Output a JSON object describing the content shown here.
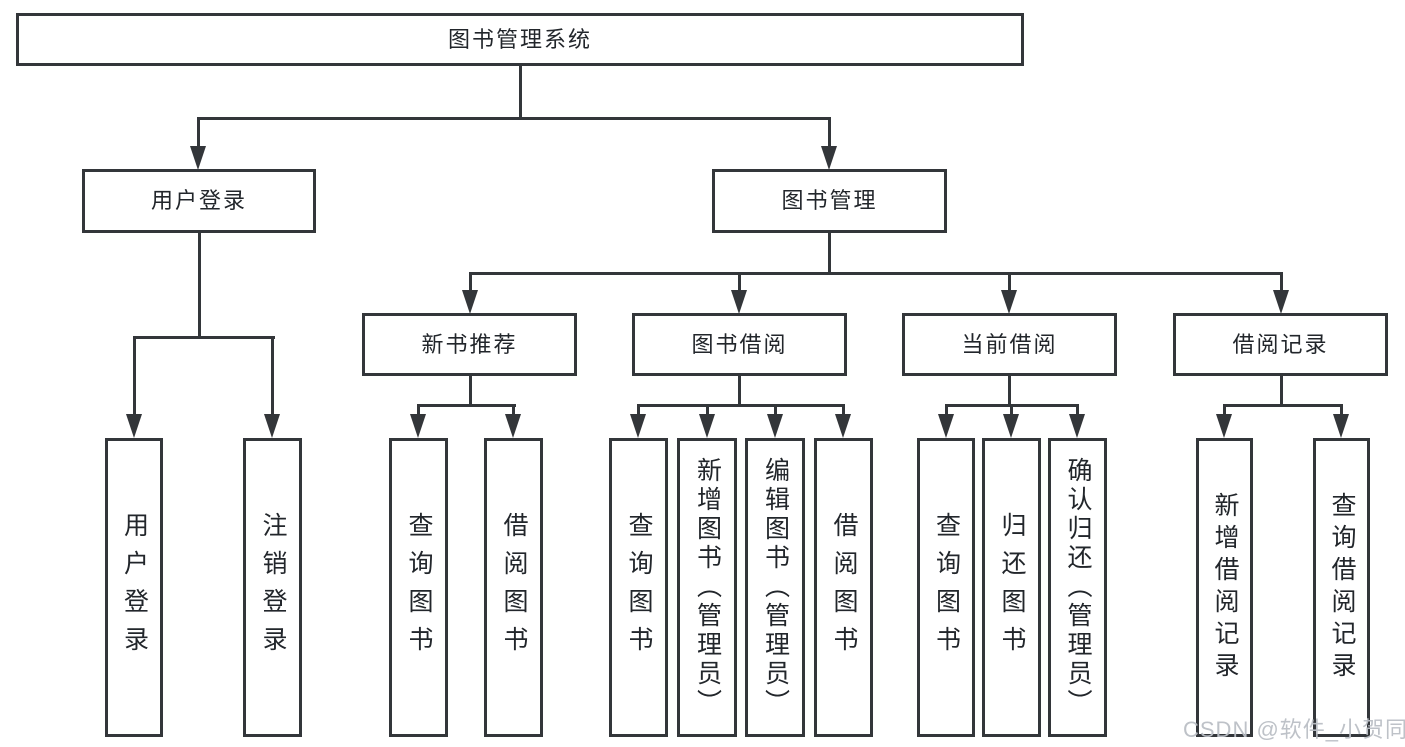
{
  "diagram": {
    "type": "hierarchy-tree",
    "orientation": "top-down"
  },
  "colors": {
    "background": "#ffffff",
    "box_border": "#33363a",
    "connector": "#33363a",
    "text": "#22262b",
    "watermark": "#babfc5"
  },
  "tree": {
    "label": "图书管理系统",
    "children": [
      {
        "label": "用户登录",
        "children": [
          {
            "label": "用户登录"
          },
          {
            "label": "注销登录"
          }
        ]
      },
      {
        "label": "图书管理",
        "children": [
          {
            "label": "新书推荐",
            "children": [
              {
                "label": "查询图书"
              },
              {
                "label": "借阅图书"
              }
            ]
          },
          {
            "label": "图书借阅",
            "children": [
              {
                "label": "查询图书"
              },
              {
                "label": "新增图书（管理员）"
              },
              {
                "label": "编辑图书（管理员）"
              },
              {
                "label": "借阅图书"
              }
            ]
          },
          {
            "label": "当前借阅",
            "children": [
              {
                "label": "查询图书"
              },
              {
                "label": "归还图书"
              },
              {
                "label": "确认归还（管理员）"
              }
            ]
          },
          {
            "label": "借阅记录",
            "children": [
              {
                "label": "新增借阅记录"
              },
              {
                "label": "查询借阅记录"
              }
            ]
          }
        ]
      }
    ]
  },
  "watermark": {
    "text": "CSDN @软件_小贺同学"
  }
}
